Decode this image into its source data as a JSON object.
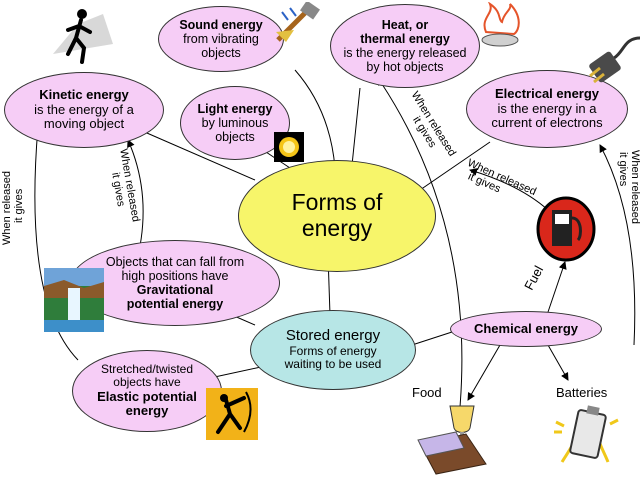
{
  "center": {
    "line1": "Forms of",
    "line2": "energy"
  },
  "kinetic": {
    "title": "Kinetic energy",
    "line1": "is the energy of a",
    "line2": "moving object"
  },
  "sound": {
    "title": "Sound energy",
    "line1": "from vibrating",
    "line2": "objects"
  },
  "heat": {
    "title1": "Heat, or",
    "title2": "thermal energy",
    "line1": "is the energy released",
    "line2": "by hot objects"
  },
  "electrical": {
    "title": "Electrical energy",
    "line1": "is the energy in a",
    "line2": "current of electrons"
  },
  "light": {
    "title": "Light energy",
    "line1": "by luminous",
    "line2": "objects"
  },
  "gravitational": {
    "line1": "Objects that can fall from",
    "line2": "high positions have",
    "title1": "Gravitational",
    "title2": "potential energy"
  },
  "stored": {
    "title": "Stored energy",
    "line1": "Forms of energy",
    "line2": "waiting to be used"
  },
  "chemical": {
    "title": "Chemical energy"
  },
  "elastic": {
    "line1": "Stretched/twisted",
    "line2": "objects have",
    "title1": "Elastic potential",
    "title2": "energy"
  },
  "labels": {
    "released_a": "When released",
    "gives_a": "it gives",
    "released_b": "When released",
    "gives_b": "it gives",
    "released_c": "When released",
    "gives_c": "it gives",
    "released_d": "When released",
    "gives_d": "it gives",
    "released_e": "When released",
    "gives_e": "it gives",
    "fuel": "Fuel",
    "food": "Food",
    "batteries": "Batteries"
  },
  "icons": [
    "runner-icon",
    "speaker-icon",
    "fire-icon",
    "plug-icon",
    "sun-icon",
    "waterfall-icon",
    "gas-pump-icon",
    "archer-icon",
    "food-icon",
    "battery-icon"
  ]
}
